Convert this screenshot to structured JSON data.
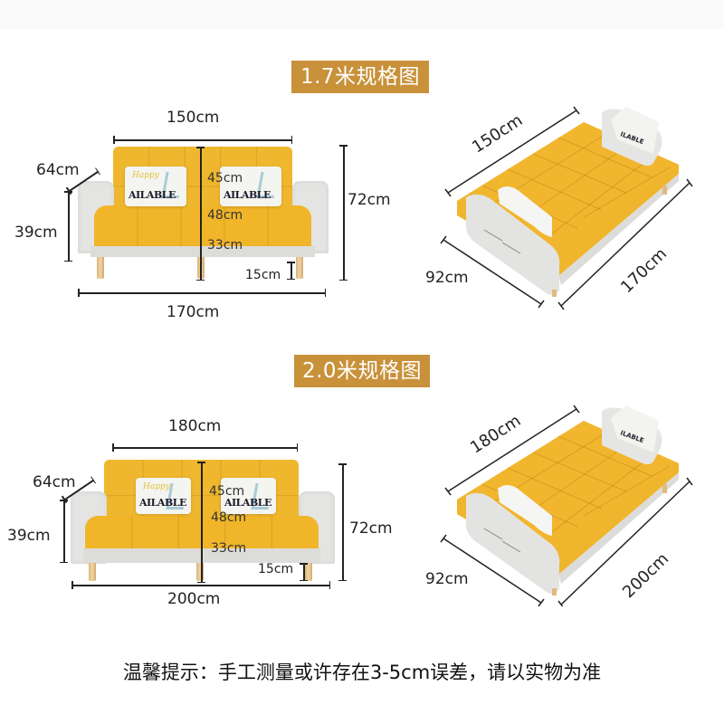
{
  "header_band": {
    "color": "#fafafa"
  },
  "sections": [
    {
      "badge": "1.7米规格图",
      "front_view": {
        "top_width": "150cm",
        "depth": "64cm",
        "arm_height": "39cm",
        "back_height": "45cm",
        "seat_depth": "48cm",
        "seat_height": "33cm",
        "leg_height": "15cm",
        "total_height": "72cm",
        "total_width": "170cm"
      },
      "bed_view": {
        "width": "150cm",
        "depth": "92cm",
        "length": "170cm"
      }
    },
    {
      "badge": "2.0米规格图",
      "front_view": {
        "top_width": "180cm",
        "depth": "64cm",
        "arm_height": "39cm",
        "back_height": "45cm",
        "seat_depth": "48cm",
        "seat_height": "33cm",
        "leg_height": "15cm",
        "total_height": "72cm",
        "total_width": "200cm"
      },
      "bed_view": {
        "width": "180cm",
        "depth": "92cm",
        "length": "200cm"
      }
    }
  ],
  "pillow": {
    "top_text": "Happy",
    "main_text": "AILABLE"
  },
  "footer_note": "温馨提示：手工测量或许存在3-5cm误差，请以实物为准",
  "colors": {
    "badge": "#c8913a",
    "fabric_yellow": "#efb72e",
    "frame_gray": "#e4e4e2",
    "leg_wood": "#e6c590"
  }
}
